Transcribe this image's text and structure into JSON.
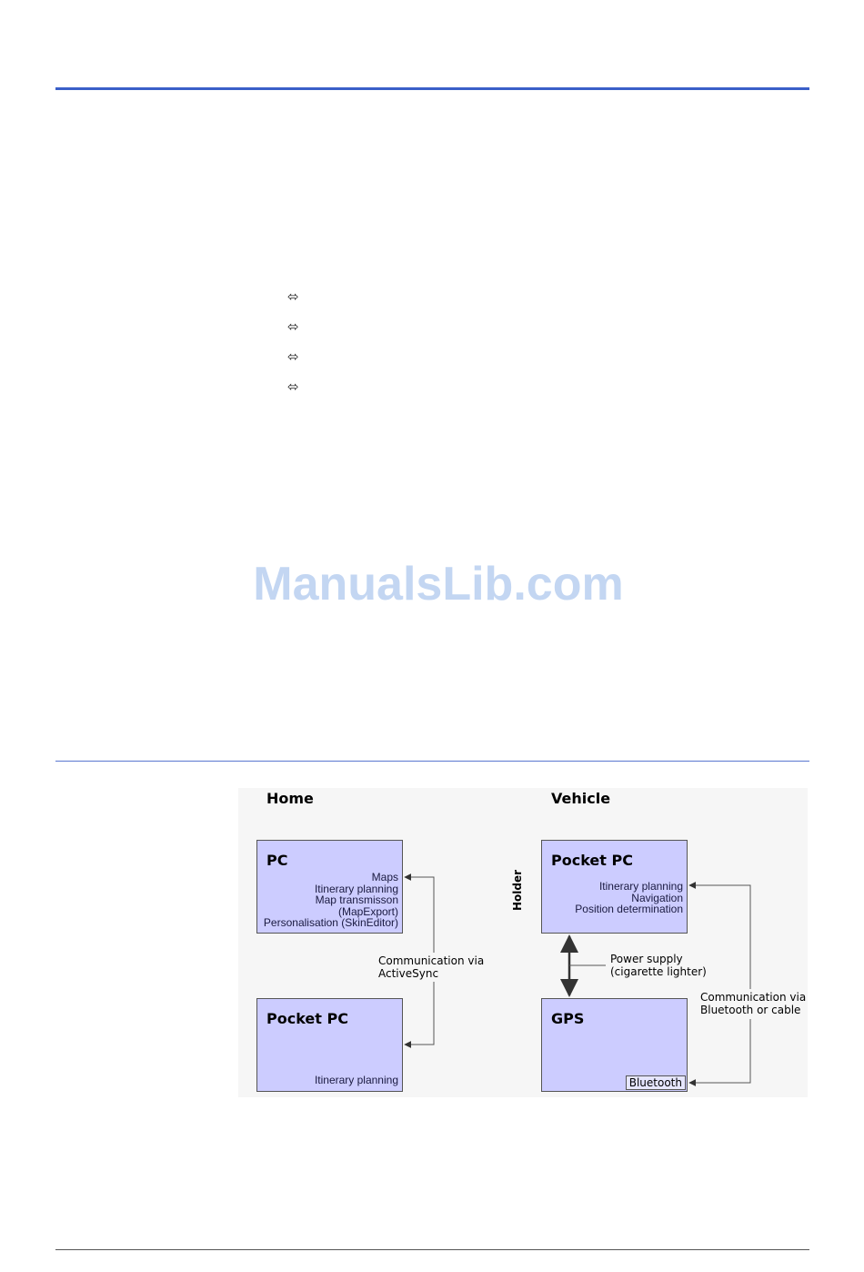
{
  "bullets": [
    "⬄",
    "⬄",
    "⬄",
    "⬄"
  ],
  "watermark": "ManualsLib.com",
  "diagram": {
    "home_label": "Home",
    "vehicle_label": "Vehicle",
    "home_pc": {
      "title": "PC",
      "lines": [
        "Maps",
        "Itinerary planning",
        "Map transmisson",
        "(MapExport)",
        "Personalisation (SkinEditor)"
      ]
    },
    "home_pocket_pc": {
      "title": "Pocket PC",
      "lines": [
        "Itinerary planning"
      ]
    },
    "home_link_caption": [
      "Communication via",
      "ActiveSync"
    ],
    "vehicle_pocket_pc": {
      "title": "Pocket PC",
      "lines": [
        "Itinerary planning",
        "Navigation",
        "Position determination"
      ]
    },
    "vehicle_gps": {
      "title": "GPS",
      "tag": "Bluetooth"
    },
    "holder_label": "Holder",
    "power_caption": [
      "Power supply",
      "(cigarette lighter)"
    ],
    "vehicle_link_caption": [
      "Communication via",
      "Bluetooth or cable"
    ]
  }
}
